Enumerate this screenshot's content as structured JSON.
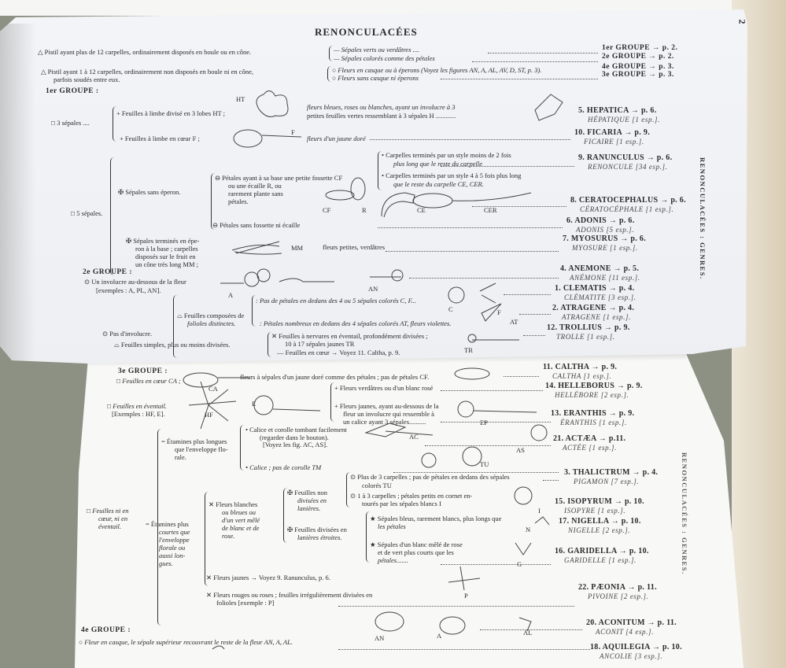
{
  "top_page": {
    "page_number": "2",
    "title": "RENONCULACÉES",
    "side_title": "RENONCULACÉES : GENRES.",
    "key": [
      "△ Pistil ayant plus de 12 carpelles, ordinairement disposés en boule ou en cône.",
      "△ Pistil ayant 1 à 12 carpelles, ordinairement non disposés en boule ni en cône,",
      "parfois soudés entre eux.",
      "— Sépales verts ou verdâtres ....",
      "— Sépales colorés comme des pétales",
      "○ Fleurs en casque ou à éperons (Voyez les figures AN, A, AL, AV, D, ST, p. 3).",
      "○ Fleurs sans casque ni éperons",
      "1er GROUPE → p. 2.",
      "2e GROUPE → p. 2.",
      "4e GROUPE → p. 3.",
      "3e GROUPE → p. 3."
    ],
    "g1": {
      "heading": "1er GROUPE :",
      "lines": [
        "□ 3 sépales ....",
        "+ Feuilles à limbe divisé en 3 lobes HT ;",
        "fleurs bleues, roses ou blanches, ayant un involucre à 3",
        "petites feuilles vertes ressemblant à 3 sépales H ............",
        "+ Feuilles à limbe en cœur F ;",
        "fleurs d'un jaune doré",
        "□ 5 sépales.",
        "✠ Sépales sans éperon.",
        "⊖ Pétales ayant à sa base une petite fossette CF",
        "ou une écaille R, ou",
        "rarement plante sans",
        "pétales.",
        "• Carpelles terminés par un style moins de 2 fois",
        "plus long que le reste du carpelle",
        "• Carpelles terminés par un style 4 à 5 fois plus long",
        "que le reste du carpelle CE, CER.",
        "⊖ Pétales sans fossette ni écaille",
        "✠ Sépales terminés en épe-",
        "ron à la base ; carpelles",
        "disposés sur le fruit en",
        "un cône très long MM ;",
        "fleurs petites, verdâtres"
      ],
      "fig_labels": [
        "HT",
        "F",
        "CF",
        "R",
        "CE",
        "CER",
        "MM"
      ]
    },
    "g2": {
      "heading": "2e GROUPE :",
      "lines": [
        "⊙ Un involucre au-dessous de la fleur",
        "[exemples : A, PL, AN].",
        "⊙ Pas d'involucre.",
        "⌓ Feuilles composées de",
        "folioles distinctes.",
        ": Pas de pétales en dedans des 4 ou 5 sépales colorés C, F...",
        ": Pétales nombreux en dedans des 4 sépales colorés AT, fleurs violettes.",
        "⌓ Feuilles simples, plus ou moins divisées.",
        "✕ Feuilles à nervures en éventail, profondément divisées ;",
        "10 à 17 sépales jaunes TR",
        "— Feuilles en cœur → Voyez 11. Caltha, p. 9."
      ],
      "fig_labels": [
        "A",
        "AN",
        "C",
        "F",
        "AT",
        "TR"
      ]
    },
    "results": [
      {
        "name": "5. HEPATICA → p. 6.",
        "common": "HÉPATIQUE [1 esp.]."
      },
      {
        "name": "10. FICARIA → p. 9.",
        "common": "FICAIRE [1 esp.]."
      },
      {
        "name": "9. RANUNCULUS → p. 6.",
        "common": "RENONCULE [34 esp.]."
      },
      {
        "name": "8. CERATOCEPHALUS → p. 6.",
        "common": "CÉRATOCÉPHALE [1 esp.]."
      },
      {
        "name": "6. ADONIS → p. 6.",
        "common": "ADONIS [5 esp.]."
      },
      {
        "name": "7. MYOSURUS → p. 6.",
        "common": "MYOSURE [1 esp.]."
      },
      {
        "name": "4. ANEMONE → p. 5.",
        "common": "ANÉMONE [11 esp.]."
      },
      {
        "name": "1. CLEMATIS → p. 4.",
        "common": "CLÉMATITE [3 esp.]."
      },
      {
        "name": "2. ATRAGENE → p. 4.",
        "common": "ATRAGENE [1 esp.]."
      },
      {
        "name": "12. TROLLIUS → p. 9.",
        "common": "TROLLE [1 esp.]."
      }
    ]
  },
  "bottom_page": {
    "side_title": "RENONCULACÉES : GENRES.",
    "g3": {
      "heading": "3e GROUPE :",
      "lines": [
        "□ Feuilles en cœur CA ;",
        "fleurs à sépales d'un jaune doré comme des pétales ; pas de pétales CF.",
        "+ Fleurs verdâtres ou d'un blanc rosé",
        "□ Feuilles en éventail.",
        "[Exemples : HF, E].",
        "+ Fleurs jaunes, ayant au-dessous de la",
        "fleur un involucre qui ressemble à",
        "un calice ayant 3 sépales..........",
        "= Étamines plus longues",
        "que l'enveloppe flo-",
        "rale.",
        "• Calice et corolle tombant facilement",
        "(regarder dans le bouton).",
        "[Voyez les fig. AC, AS].",
        "• Calice ; pas de corolle TM",
        "□ Feuilles ni en",
        "cœur, ni en",
        "éventail.",
        "= Étamines plus",
        "courtes que",
        "l'enveloppe",
        "florale ou",
        "aussi lon-",
        "gues.",
        "✕ Fleurs blanches",
        "ou bleues ou",
        "d'un vert mêlé",
        "de blanc et de",
        "rose.",
        "✠ Feuilles non",
        "divisées en",
        "lanières.",
        "✠ Feuilles divisées en",
        "lanières étroites.",
        "⊙ Plus de 3 carpelles ; pas de pétales en dedans des sépales",
        "colorés TU",
        "⊙ 1 à 3 carpelles ; pétales petits en cornet en-",
        "tourés par les sépales blancs I",
        "★ Sépales bleus, rarement blancs, plus longs que",
        "les pétales",
        "★ Sépales d'un blanc mêlé de rose",
        "et de vert plus courts que les",
        "pétales.......",
        "✕ Fleurs jaunes → Voyez 9. Ranunculus, p. 6.",
        "✕ Fleurs rouges ou roses ; feuilles irrégulièrement divisées en",
        "folioles [exemple : P]"
      ],
      "fig_labels": [
        "CA",
        "HF",
        "E",
        "EP",
        "AC",
        "AS",
        "TU",
        "I",
        "N",
        "G",
        "P"
      ]
    },
    "g4": {
      "heading": "4e GROUPE :",
      "lines": [
        "○ Fleur en casque, le sépale supérieur recouvrant le reste de la fleur AN, A, AL."
      ],
      "fig_labels": [
        "AN",
        "A",
        "AL"
      ]
    },
    "results": [
      {
        "name": "11. CALTHA → p. 9.",
        "common": "CALTHA [1 esp.]."
      },
      {
        "name": "14. HELLEBORUS → p. 9.",
        "common": "HELLÉBORE [2 esp.]."
      },
      {
        "name": "13. ERANTHIS → p. 9.",
        "common": "ÉRANTHIS [1 esp.]."
      },
      {
        "name": "21. ACTÆA → p.11.",
        "common": "ACTÉE [1 esp.]."
      },
      {
        "name": "3. THALICTRUM → p. 4.",
        "common": "PIGAMON [7 esp.]."
      },
      {
        "name": "15. ISOPYRUM → p. 10.",
        "common": "ISOPYRE [1 esp.]."
      },
      {
        "name": "17. NIGELLA → p. 10.",
        "common": "NIGELLE [2 esp.]."
      },
      {
        "name": "16. GARIDELLA → p. 10.",
        "common": "GARIDELLE [1 esp.]."
      },
      {
        "name": "22. PÆONIA → p. 11.",
        "common": "PIVOINE [2 esp.]."
      },
      {
        "name": "20. ACONITUM → p. 11.",
        "common": "ACONIT [4 esp.]."
      },
      {
        "name": "18. AQUILEGIA → p. 10.",
        "common": "ANCOLIE [3 esp.]."
      }
    ]
  }
}
